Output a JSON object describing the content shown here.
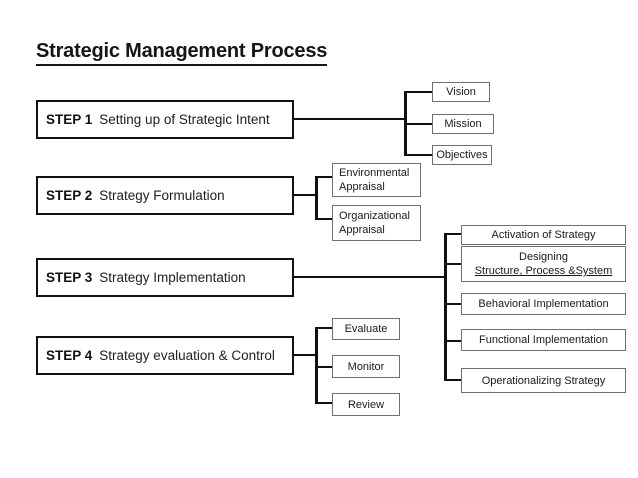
{
  "diagram": {
    "title": "Strategic Management Process",
    "steps": [
      {
        "num": "STEP 1",
        "label": "Setting up of Strategic Intent",
        "children": [
          {
            "lines": [
              "Vision"
            ],
            "align": "center"
          },
          {
            "lines": [
              "Mission"
            ],
            "align": "center"
          },
          {
            "lines": [
              "Objectives"
            ],
            "align": "center"
          }
        ]
      },
      {
        "num": "STEP 2",
        "label": "Strategy Formulation",
        "children": [
          {
            "lines": [
              "Environmental",
              "Appraisal"
            ],
            "align": "left"
          },
          {
            "lines": [
              "Organizational",
              "Appraisal"
            ],
            "align": "left"
          }
        ]
      },
      {
        "num": "STEP 3",
        "label": "Strategy Implementation",
        "children": [
          {
            "lines": [
              "Activation of Strategy"
            ],
            "align": "center"
          },
          {
            "lines": [
              "Designing",
              "Structure, Process &System"
            ],
            "align": "center",
            "underline_last": true
          },
          {
            "lines": [
              "Behavioral Implementation"
            ],
            "align": "center"
          },
          {
            "lines": [
              "Functional Implementation"
            ],
            "align": "center"
          },
          {
            "lines": [
              "Operationalizing Strategy"
            ],
            "align": "center"
          }
        ]
      },
      {
        "num": "STEP 4",
        "label": "Strategy evaluation & Control",
        "children": [
          {
            "lines": [
              "Evaluate"
            ],
            "align": "center"
          },
          {
            "lines": [
              "Monitor"
            ],
            "align": "center"
          },
          {
            "lines": [
              "Review"
            ],
            "align": "center"
          }
        ]
      }
    ],
    "colors": {
      "background": "#ffffff",
      "text": "#111111",
      "step_border": "#111111",
      "leaf_border": "#6f6f6f",
      "connector": "#111111"
    }
  }
}
